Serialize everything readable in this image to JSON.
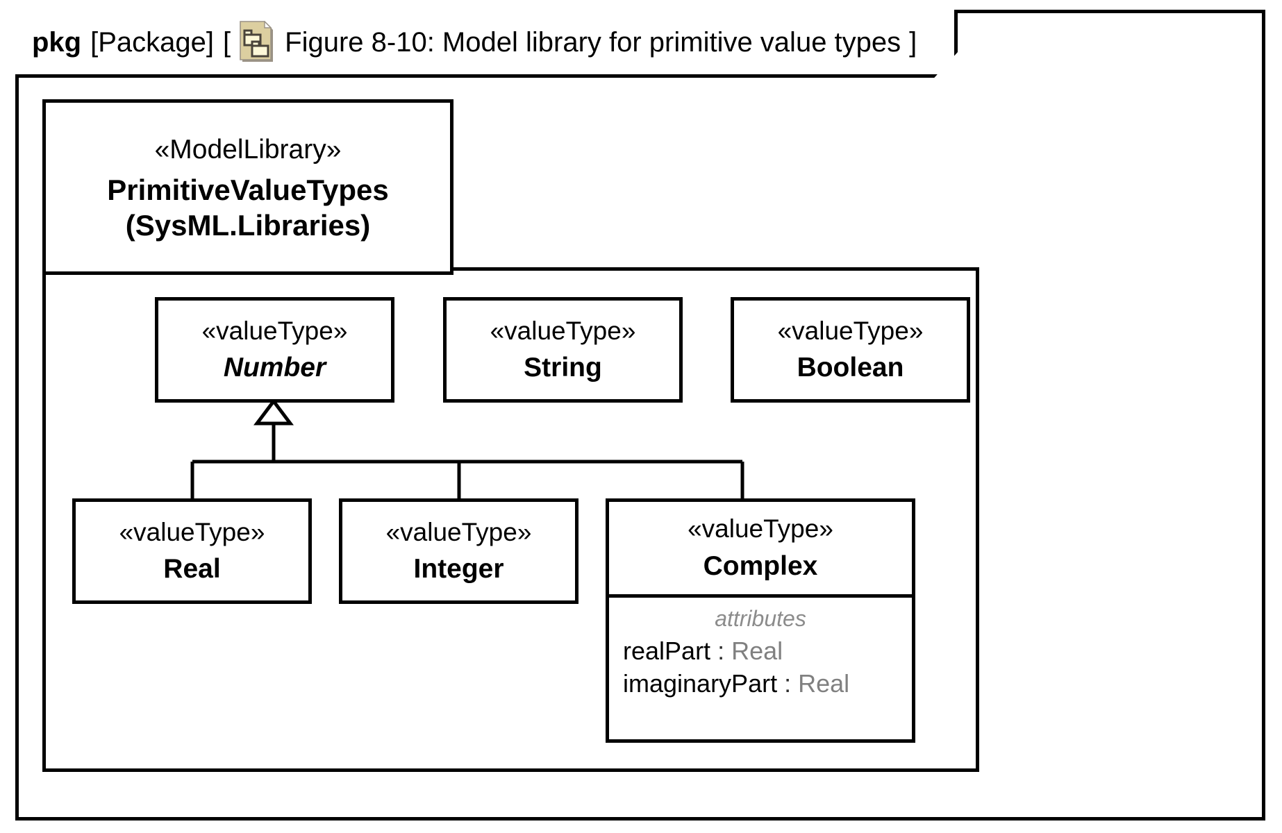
{
  "frame": {
    "kind_label": "pkg",
    "meta_label": "[Package]",
    "open_bracket": "[",
    "icon_name": "package-diagram-icon",
    "title": "Figure 8-10: Model library for primitive value types",
    "close_bracket": "]"
  },
  "package": {
    "stereotype": "«ModelLibrary»",
    "name_line1": "PrimitiveValueTypes",
    "name_line2": "(SysML.Libraries)"
  },
  "stereotype_label": "«valueType»",
  "classes": [
    {
      "id": "number",
      "stereotype": "«valueType»",
      "name": "Number",
      "abstract": true
    },
    {
      "id": "string",
      "stereotype": "«valueType»",
      "name": "String",
      "abstract": false
    },
    {
      "id": "boolean",
      "stereotype": "«valueType»",
      "name": "Boolean",
      "abstract": false
    },
    {
      "id": "real",
      "stereotype": "«valueType»",
      "name": "Real",
      "abstract": false
    },
    {
      "id": "integer",
      "stereotype": "«valueType»",
      "name": "Integer",
      "abstract": false
    },
    {
      "id": "complex",
      "stereotype": "«valueType»",
      "name": "Complex",
      "abstract": false
    }
  ],
  "complex_compartment": {
    "label": "attributes",
    "attributes": [
      {
        "name": "realPart",
        "separator": " : ",
        "type": "Real"
      },
      {
        "name": "imaginaryPart",
        "separator": " : ",
        "type": "Real"
      }
    ]
  },
  "generalizations": [
    {
      "from": "Real",
      "to": "Number",
      "kind": "generalization"
    },
    {
      "from": "Integer",
      "to": "Number",
      "kind": "generalization"
    },
    {
      "from": "Complex",
      "to": "Number",
      "kind": "generalization"
    }
  ],
  "colors": {
    "line": "#000000",
    "canvas": "#ffffff",
    "icon_page": "#dccfa0",
    "icon_inner": "#fdf8d8",
    "icon_outline": "#4a443a",
    "icon_shadow": "#9a9285",
    "muted_text": "#808080",
    "compartment_label": "#8c8c8c"
  }
}
